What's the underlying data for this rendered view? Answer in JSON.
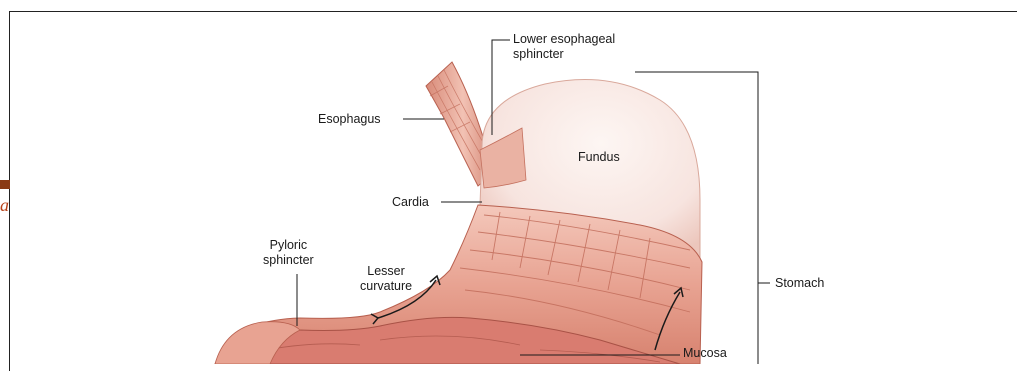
{
  "labels": {
    "lower_esophageal_sphincter": "Lower esophageal\nsphincter",
    "esophagus": "Esophagus",
    "fundus": "Fundus",
    "cardia": "Cardia",
    "pyloric_sphincter": "Pyloric\nsphincter",
    "lesser_curvature": "Lesser\ncurvature",
    "stomach": "Stomach",
    "mucosa": "Mucosa"
  },
  "edge_fragment": "a",
  "colors": {
    "frame": "#222222",
    "fundus_fill": "#f7e4df",
    "muscle_light": "#f2c2b4",
    "muscle_mid": "#e49a88",
    "muscle_dark": "#c8705f",
    "mucosa": "#d97c70",
    "edge_bar": "#8a3a14",
    "edge_letter": "#b8431a"
  }
}
